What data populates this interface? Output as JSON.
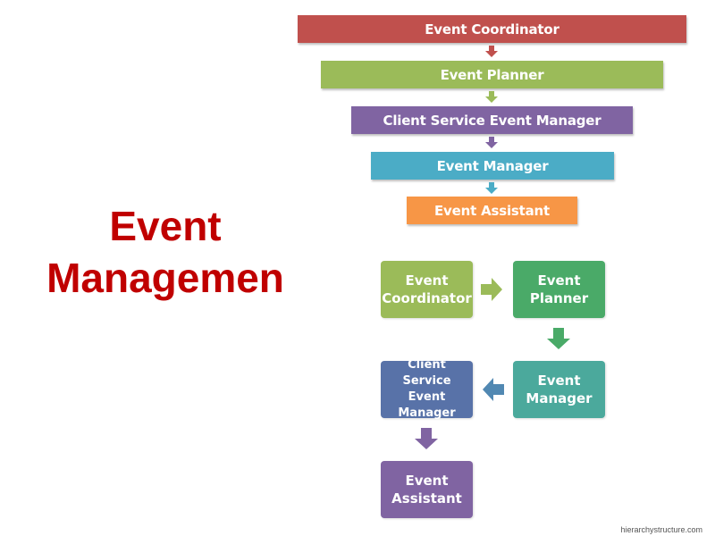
{
  "title": {
    "line1": "Event",
    "line2": "Managemen"
  },
  "hierarchy": [
    {
      "label": "Event Coordinator",
      "color": "#c0504d"
    },
    {
      "label": "Event Planner",
      "color": "#9bbb59"
    },
    {
      "label": "Client Service Event Manager",
      "color": "#8064a2"
    },
    {
      "label": "Event Manager",
      "color": "#4bacc6"
    },
    {
      "label": "Event Assistant",
      "color": "#f79646"
    }
  ],
  "flow": [
    {
      "label": "Event Coordinator",
      "color": "#9bbb59"
    },
    {
      "label": "Event Planner",
      "color": "#4aaa68"
    },
    {
      "label": "Event Manager",
      "color": "#4ba99c"
    },
    {
      "label": "Client Service Event Manager",
      "color": "#5872a8"
    },
    {
      "label": "Event Assistant",
      "color": "#8064a2"
    }
  ],
  "flow_arrow_colors": [
    "#9bbb59",
    "#4aaa68",
    "#5188b2",
    "#8064a2"
  ],
  "credit": "hierarchystructure.com"
}
